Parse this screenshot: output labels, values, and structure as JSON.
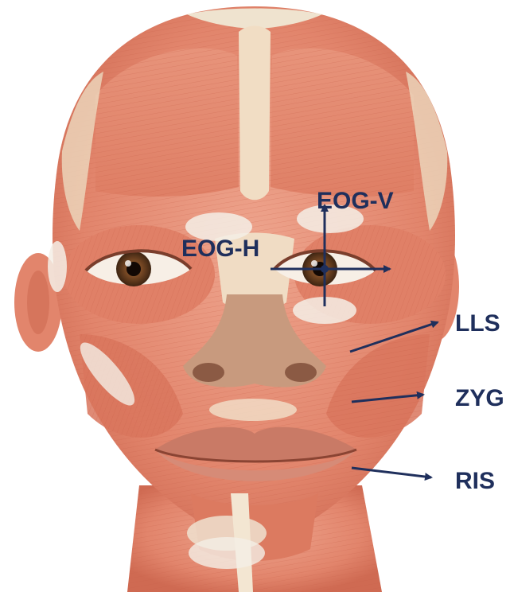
{
  "labels": {
    "eog_v": "EOG-V",
    "eog_h": "EOG-H",
    "lls": "LLS",
    "zyg": "ZYG",
    "ris": "RIS"
  },
  "colors": {
    "arrow": "#1f2f5c",
    "muscle": "#e2856c",
    "muscle_dark": "#c9614a",
    "skin": "#f3e6d2",
    "electrode": "#f4efe6"
  }
}
